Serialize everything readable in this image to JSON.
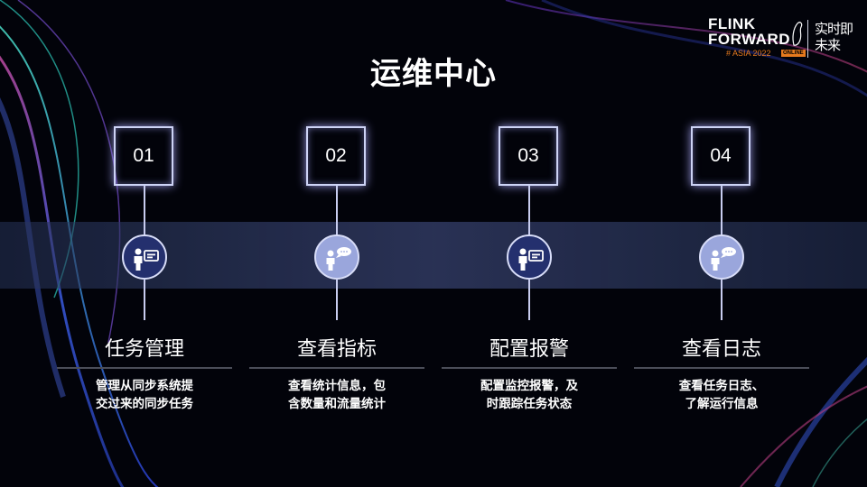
{
  "page": {
    "title": "运维中心"
  },
  "brand": {
    "line1": "FLINK",
    "line2": "FORWARD",
    "event": "# ASIA 2022",
    "badge": "ONLINE",
    "slogan_line1": "实时即",
    "slogan_line2": "未来",
    "accent_color": "#e67a1e"
  },
  "steps": [
    {
      "number": "01",
      "title": "任务管理",
      "description_lines": [
        "管理从同步系统提",
        "交过来的同步任务"
      ],
      "icon": "person-card-icon"
    },
    {
      "number": "02",
      "title": "查看指标",
      "description_lines": [
        "查看统计信息，包",
        "含数量和流量统计"
      ],
      "icon": "person-speech-icon"
    },
    {
      "number": "03",
      "title": "配置报警",
      "description_lines": [
        "配置监控报警，及",
        "时跟踪任务状态"
      ],
      "icon": "person-card-icon"
    },
    {
      "number": "04",
      "title": "查看日志",
      "description_lines": [
        "查看任务日志、",
        "了解运行信息"
      ],
      "icon": "person-speech-icon"
    }
  ]
}
